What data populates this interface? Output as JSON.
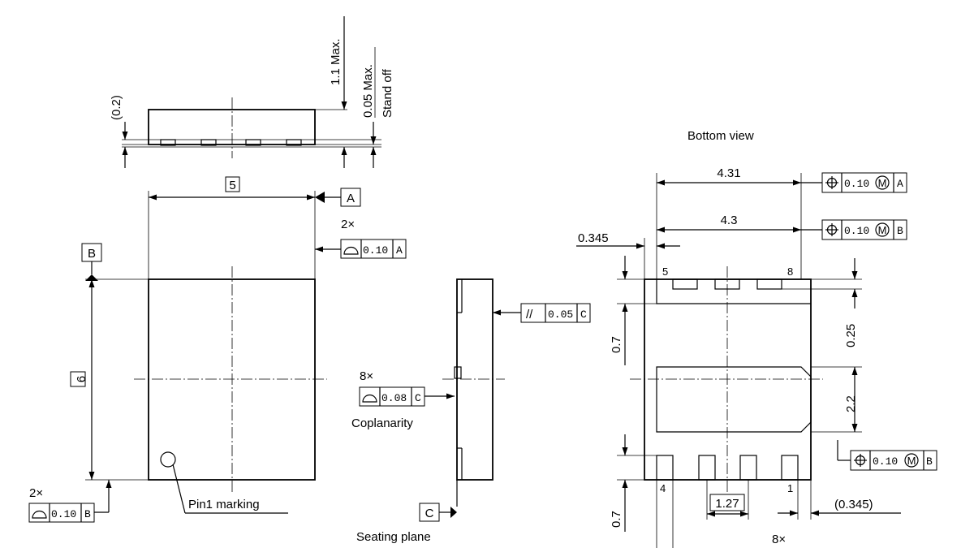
{
  "labels": {
    "bottom_view": "Bottom view",
    "pin1_marking": "Pin1 marking",
    "coplanarity": "Coplanarity",
    "seating_plane": "Seating plane",
    "stand_off": "Stand off"
  },
  "dimensions": {
    "height_max": "1.1 Max.",
    "standoff_max": "0.05 Max.",
    "side_ref": "(0.2)",
    "width_top": "5",
    "height_top": "6",
    "bottom_4_31": "4.31",
    "bottom_4_3": "4.3",
    "bottom_0_345": "0.345",
    "bottom_0_345_ref": "(0.345)",
    "bottom_0_7_top": "0.7",
    "bottom_0_7_bottom": "0.7",
    "bottom_0_25": "0.25",
    "bottom_2_2": "2.2",
    "pitch": "1.27"
  },
  "datums": {
    "a": "A",
    "b": "B",
    "c": "C"
  },
  "multipliers": {
    "m2x_top": "2×",
    "m2x_bottom": "2×",
    "m8x_cop": "8×",
    "m8x_bottom": "8×"
  },
  "fcf": {
    "profile_a": {
      "tol": "0.10",
      "datum": "A"
    },
    "profile_b": {
      "tol": "0.10",
      "datum": "B"
    },
    "parallel_c": {
      "sym": "//",
      "tol": "0.05",
      "datum": "C"
    },
    "coplanar_c": {
      "tol": "0.08",
      "datum": "C"
    },
    "pos_a": {
      "tol": "0.10",
      "mod": "M",
      "datum": "A"
    },
    "pos_b1": {
      "tol": "0.10",
      "mod": "M",
      "datum": "B"
    },
    "pos_b2": {
      "tol": "0.10",
      "mod": "M",
      "datum": "B"
    }
  },
  "pins": {
    "p5": "5",
    "p8": "8",
    "p4": "4",
    "p1": "1"
  }
}
